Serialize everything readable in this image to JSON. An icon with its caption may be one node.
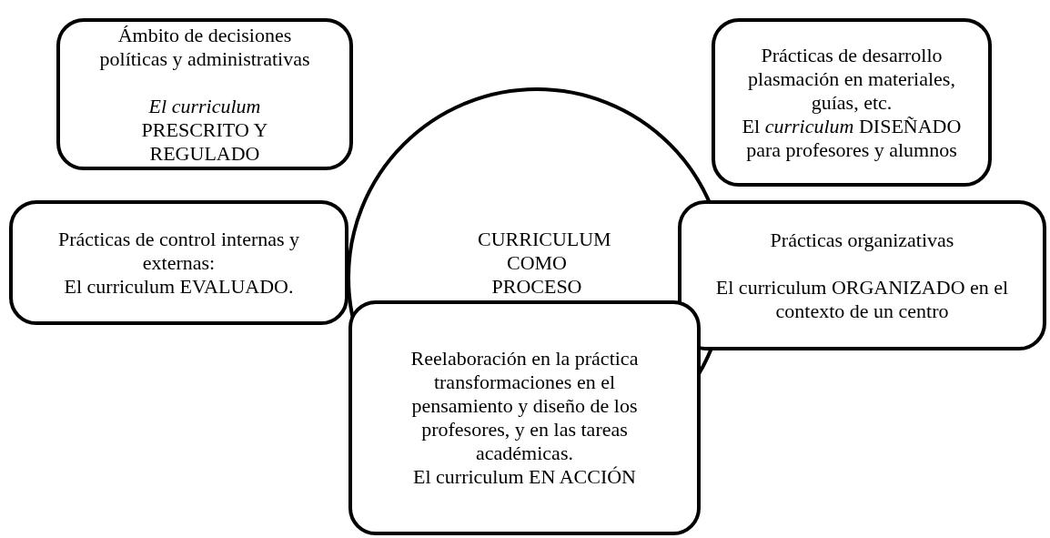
{
  "diagram": {
    "nodes": [
      {
        "text": [
          "CURRICULUM COMO PROCESO"
        ]
      },
      {
        "text": [
          "Ámbito de decisiones políticas y administrativas",
          "*El curriculum* PRESCRITO Y REGULADO"
        ]
      },
      {
        "text": [
          "Prácticas de desarrollo plasmación en materiales, guías, etc.",
          "El *curriculum* DISEÑADO para profesores y alumnos"
        ]
      },
      {
        "text": [
          "Prácticas de control internas y externas:",
          "El curriculum EVALUADO."
        ]
      },
      {
        "text": [
          "Prácticas organizativas",
          "El curriculum ORGANIZADO en el contexto de un centro"
        ]
      },
      {
        "text": [
          "Reelaboración en la práctica transformaciones en el pensamiento y diseño de los profesores, y en las tareas académicas.",
          "El curriculum EN ACCIÓN"
        ]
      }
    ]
  }
}
